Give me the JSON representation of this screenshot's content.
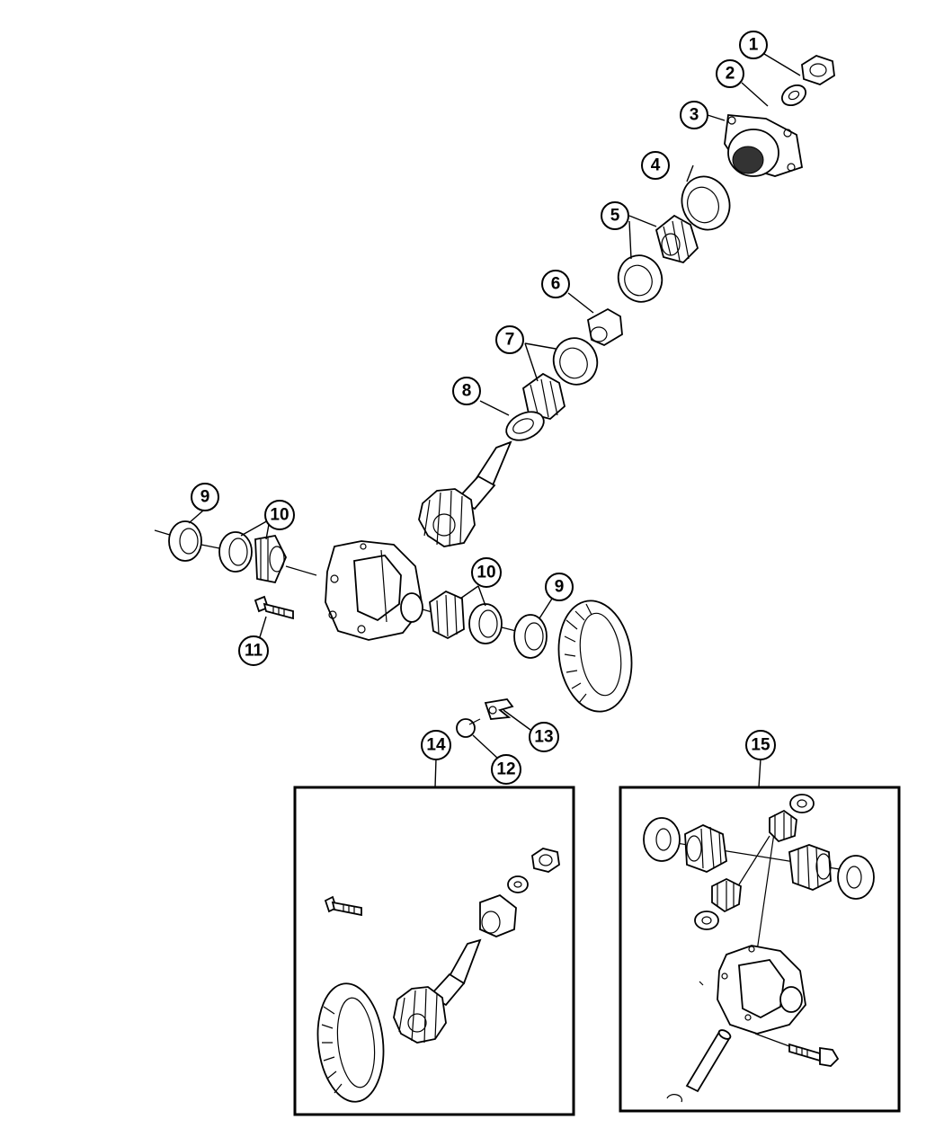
{
  "diagram": {
    "callouts": [
      {
        "id": "c1",
        "label": "1"
      },
      {
        "id": "c2",
        "label": "2"
      },
      {
        "id": "c3",
        "label": "3"
      },
      {
        "id": "c4",
        "label": "4"
      },
      {
        "id": "c5",
        "label": "5"
      },
      {
        "id": "c6",
        "label": "6"
      },
      {
        "id": "c7",
        "label": "7"
      },
      {
        "id": "c8",
        "label": "8"
      },
      {
        "id": "c9a",
        "label": "9"
      },
      {
        "id": "c10a",
        "label": "10"
      },
      {
        "id": "c10b",
        "label": "10"
      },
      {
        "id": "c9b",
        "label": "9"
      },
      {
        "id": "c11",
        "label": "11"
      },
      {
        "id": "c13",
        "label": "13"
      },
      {
        "id": "c12",
        "label": "12"
      },
      {
        "id": "c14",
        "label": "14"
      },
      {
        "id": "c15",
        "label": "15"
      }
    ]
  }
}
